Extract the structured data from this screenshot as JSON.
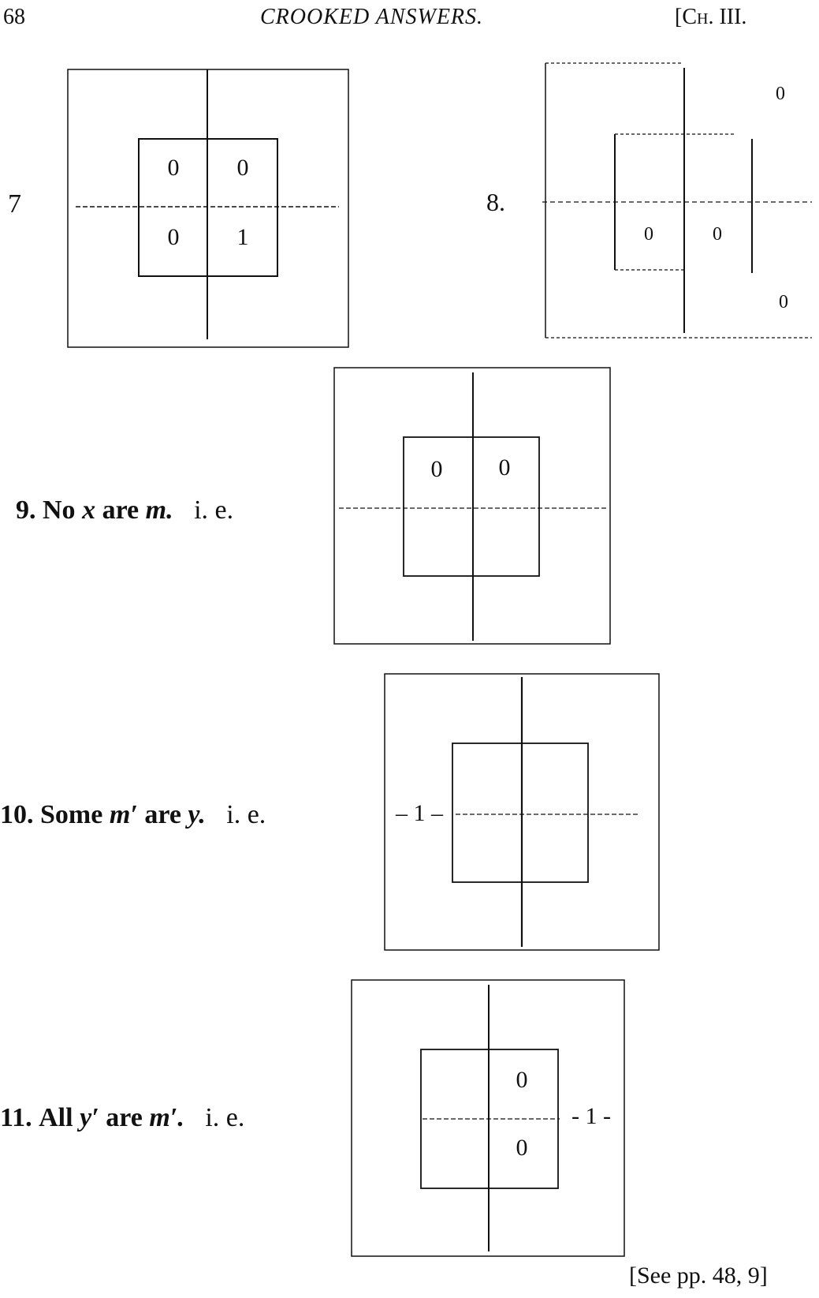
{
  "header": {
    "page_number": "68",
    "title": "CROOKED ANSWERS.",
    "chapter": "[Ch. III."
  },
  "diagrams": {
    "d7": {
      "label": "7",
      "cells": [
        "0",
        "0",
        "0",
        "1"
      ]
    },
    "d8": {
      "label": "8.",
      "cells": [
        "0",
        "0",
        "0",
        "0"
      ]
    },
    "d9": {
      "num": "9.",
      "w1": "No",
      "var1": "x",
      "w2": "are",
      "var2": "m.",
      "ie": "i. e.",
      "cells": [
        "0",
        "0"
      ]
    },
    "d10": {
      "num": "10.",
      "w1": "Some",
      "var1": "m′",
      "w2": "are",
      "var2": "y.",
      "ie": "i. e.",
      "outside": "– 1 –"
    },
    "d11": {
      "num": "11.",
      "w1": "All",
      "var1": "y′",
      "w2": "are",
      "var2": "m′.",
      "ie": "i. e.",
      "cells": [
        "0",
        "0"
      ],
      "outside": "- 1 -"
    }
  },
  "footer": {
    "reference": "[See pp. 48, 9]"
  }
}
